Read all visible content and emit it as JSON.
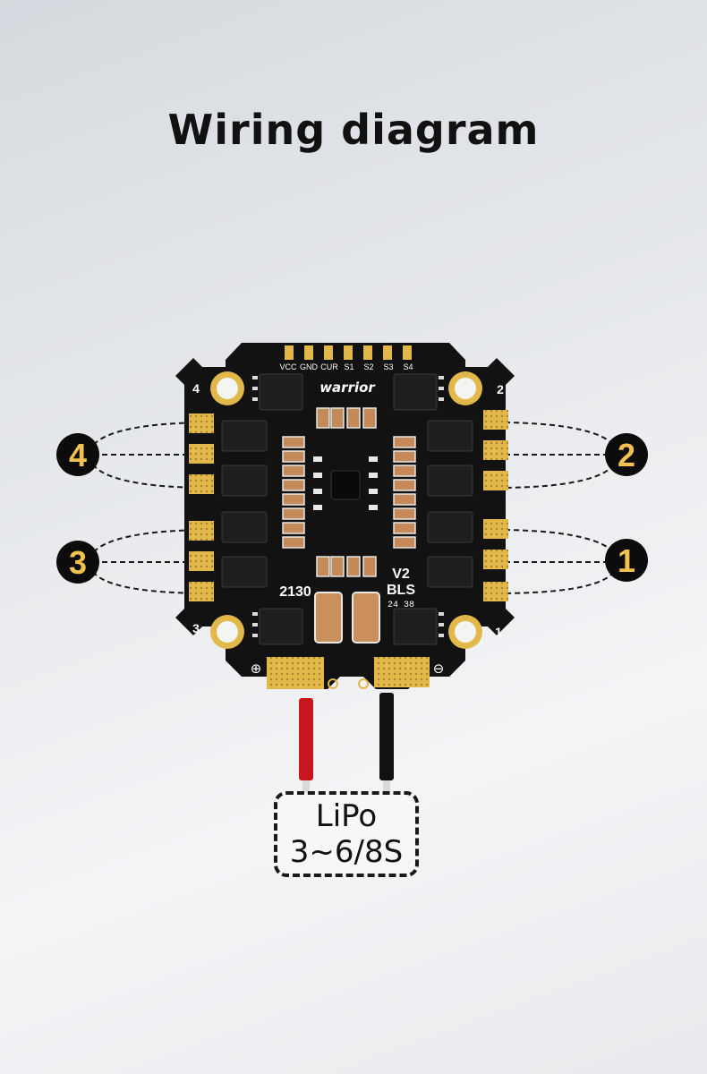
{
  "title": "Wiring diagram",
  "colors": {
    "background": "#e6e8eb",
    "board": "#121212",
    "pad_gold": "#e2b84a",
    "silkscreen": "#ffffff",
    "callout_circle": "#0c0c0c",
    "callout_number": "#f2c14e",
    "wire_positive": "#c8161d",
    "wire_negative": "#111111"
  },
  "board": {
    "signal_pins": [
      "VCC",
      "GND",
      "CUR",
      "S1",
      "S2",
      "S3",
      "S4"
    ],
    "brand": "warrior",
    "model_left": "2130",
    "model_version": "V2",
    "model_bls": "BLS",
    "date_code": "24 38",
    "corner_labels": {
      "top_left": "4",
      "top_right": "2",
      "bottom_left": "3",
      "bottom_right": "1"
    },
    "battery_positive_symbol": "⊕",
    "battery_negative_symbol": "⊖"
  },
  "callouts": [
    {
      "number": "4",
      "side": "left"
    },
    {
      "number": "3",
      "side": "left"
    },
    {
      "number": "2",
      "side": "right"
    },
    {
      "number": "1",
      "side": "right"
    }
  ],
  "battery": {
    "name": "LiPo",
    "cells": "3~6/8S"
  }
}
